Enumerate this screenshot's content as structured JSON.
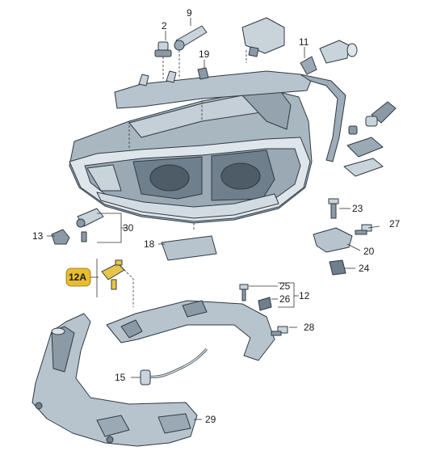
{
  "callouts": [
    {
      "id": "2",
      "label": "2"
    },
    {
      "id": "9",
      "label": "9"
    },
    {
      "id": "19",
      "label": "19"
    },
    {
      "id": "11",
      "label": "11"
    },
    {
      "id": "13",
      "label": "13"
    },
    {
      "id": "30",
      "label": "30"
    },
    {
      "id": "18",
      "label": "18"
    },
    {
      "id": "23",
      "label": "23"
    },
    {
      "id": "27",
      "label": "27"
    },
    {
      "id": "20",
      "label": "20"
    },
    {
      "id": "24",
      "label": "24"
    },
    {
      "id": "12A",
      "label": "12A"
    },
    {
      "id": "25",
      "label": "25"
    },
    {
      "id": "26",
      "label": "26"
    },
    {
      "id": "12",
      "label": "12"
    },
    {
      "id": "28",
      "label": "28"
    },
    {
      "id": "15",
      "label": "15"
    },
    {
      "id": "29",
      "label": "29"
    }
  ],
  "colors": {
    "part_fill": "#b9c6cf",
    "part_dark": "#8b9aa5",
    "part_light": "#dde4e9",
    "highlight_badge": "#e7bd2f",
    "highlight_part": "#e9c44a",
    "outline": "#2f3a44"
  }
}
